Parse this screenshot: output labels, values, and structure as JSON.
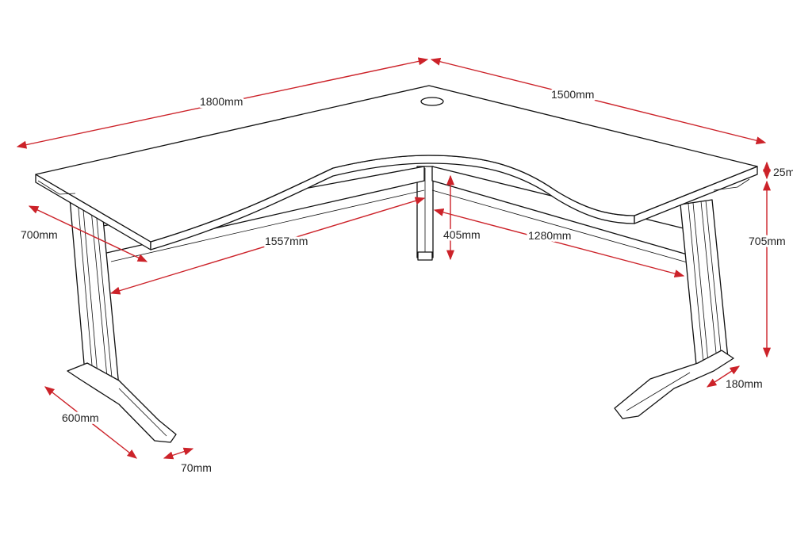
{
  "title": "L-shaped desk dimension drawing",
  "colors": {
    "dimension_line": "#cc2229",
    "outline": "#111111"
  },
  "dimensions": {
    "top_left_length": "1800mm",
    "top_right_length": "1500mm",
    "left_depth": "700mm",
    "left_inner_length": "1557mm",
    "modesty_panel_height": "405mm",
    "right_inner_length": "1280mm",
    "top_thickness": "25mm",
    "leg_height": "705mm",
    "foot_width_right": "180mm",
    "foot_length": "600mm",
    "foot_width_left": "70mm"
  }
}
